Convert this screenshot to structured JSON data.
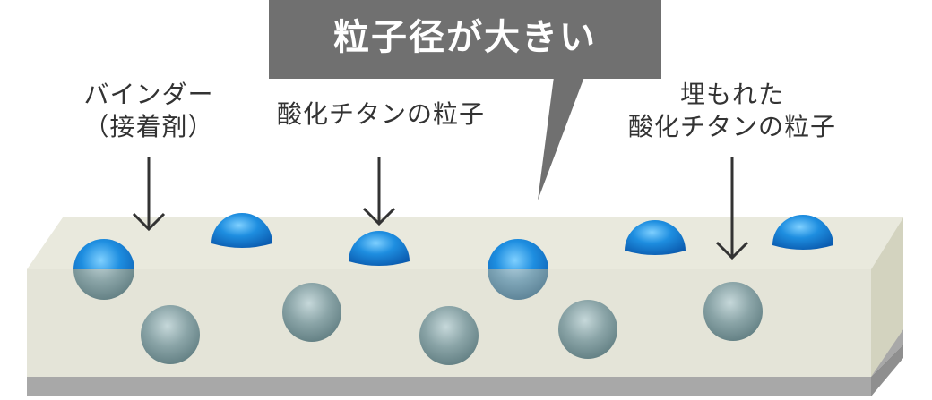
{
  "callout": {
    "text": "粒子径が大きい"
  },
  "labels": {
    "binder_line1": "バインダー",
    "binder_line2": "（接着剤）",
    "tio2": "酸化チタンの粒子",
    "buried_line1": "埋もれた",
    "buried_line2": "酸化チタンの粒子"
  },
  "colors": {
    "slab_top": "#e9e9dd",
    "slab_front": "#e4e4d8",
    "slab_side": "#d4d4c0",
    "slab_bottom": "#a8a8a8",
    "callout_bg": "#707070",
    "surface_particle": "#1a7fd6",
    "buried_particle": "#8aa5a8",
    "arrow": "#333333"
  },
  "icons": {
    "arrow": "down-arrow-icon"
  }
}
